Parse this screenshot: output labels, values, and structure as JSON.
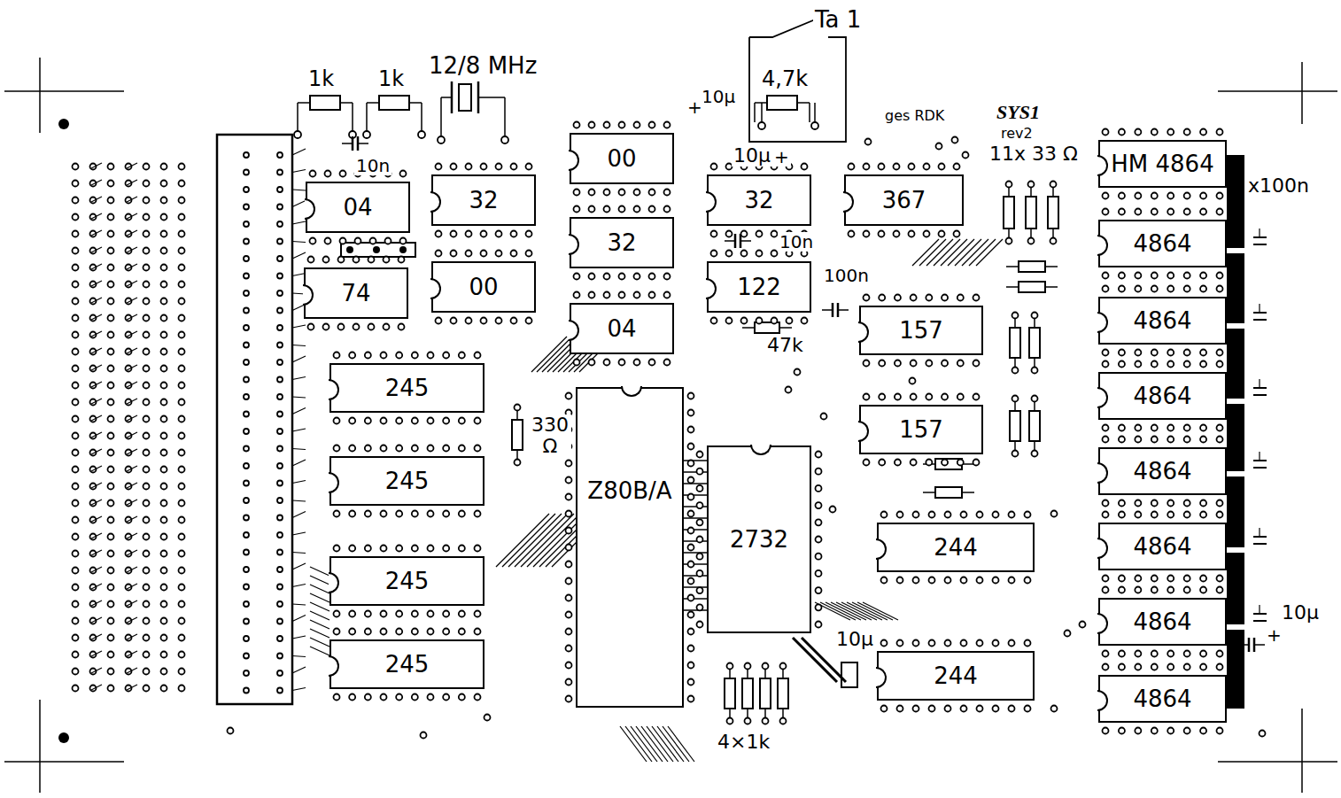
{
  "diagram": {
    "nodes": [
      {
        "text": [
          "04"
        ]
      },
      {
        "text": [
          "32"
        ]
      },
      {
        "text": [
          "74"
        ]
      },
      {
        "text": [
          "00"
        ]
      },
      {
        "text": [
          "00"
        ]
      },
      {
        "text": [
          "32"
        ]
      },
      {
        "text": [
          "04"
        ]
      },
      {
        "text": [
          "32"
        ]
      },
      {
        "text": [
          "122"
        ]
      },
      {
        "text": [
          "367"
        ]
      },
      {
        "text": [
          "157"
        ]
      },
      {
        "text": [
          "157"
        ]
      },
      {
        "text": [
          "245"
        ]
      },
      {
        "text": [
          "245"
        ]
      },
      {
        "text": [
          "245"
        ]
      },
      {
        "text": [
          "245"
        ]
      },
      {
        "text": [
          "Z80B/A"
        ]
      },
      {
        "text": [
          "2732"
        ]
      },
      {
        "text": [
          "244"
        ]
      },
      {
        "text": [
          "244"
        ]
      },
      {
        "text": [
          "HM 4864"
        ]
      },
      {
        "text": [
          "4864"
        ]
      },
      {
        "text": [
          "4864"
        ]
      },
      {
        "text": [
          "4864"
        ]
      },
      {
        "text": [
          "4864"
        ]
      },
      {
        "text": [
          "4864"
        ]
      },
      {
        "text": [
          "4864"
        ]
      },
      {
        "text": [
          "4864"
        ]
      }
    ],
    "labels": [
      "1k",
      "1k",
      "12/8 MHz",
      "10n",
      "10µ",
      "+",
      "Ta 1",
      "4,7k",
      "10µ",
      "+",
      "ges RDK",
      "SYS1",
      "rev2",
      "11x 33 Ω",
      "x100n",
      "10n",
      "100n",
      "47k",
      "330 Ω",
      "10µ",
      "+",
      "10µ",
      "4×1k"
    ]
  }
}
